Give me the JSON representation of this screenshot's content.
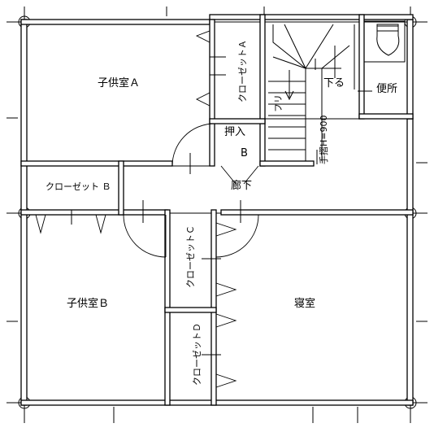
{
  "plan": {
    "rooms": {
      "child_a": "子供室Ａ",
      "child_b": "子供室Ｂ",
      "bedroom": "寝室",
      "toilet": "便所",
      "hallway": "廊下",
      "oshiire": "押入",
      "oshiire_b": "B"
    },
    "closets": {
      "a": "クローゼットＡ",
      "b": "クローゼット Ｂ",
      "c": "クローゼットＣ",
      "d": "クローゼットＤ"
    },
    "stairs": {
      "down": "下る",
      "up": "フリ",
      "handrail": "手摺H=900"
    }
  }
}
